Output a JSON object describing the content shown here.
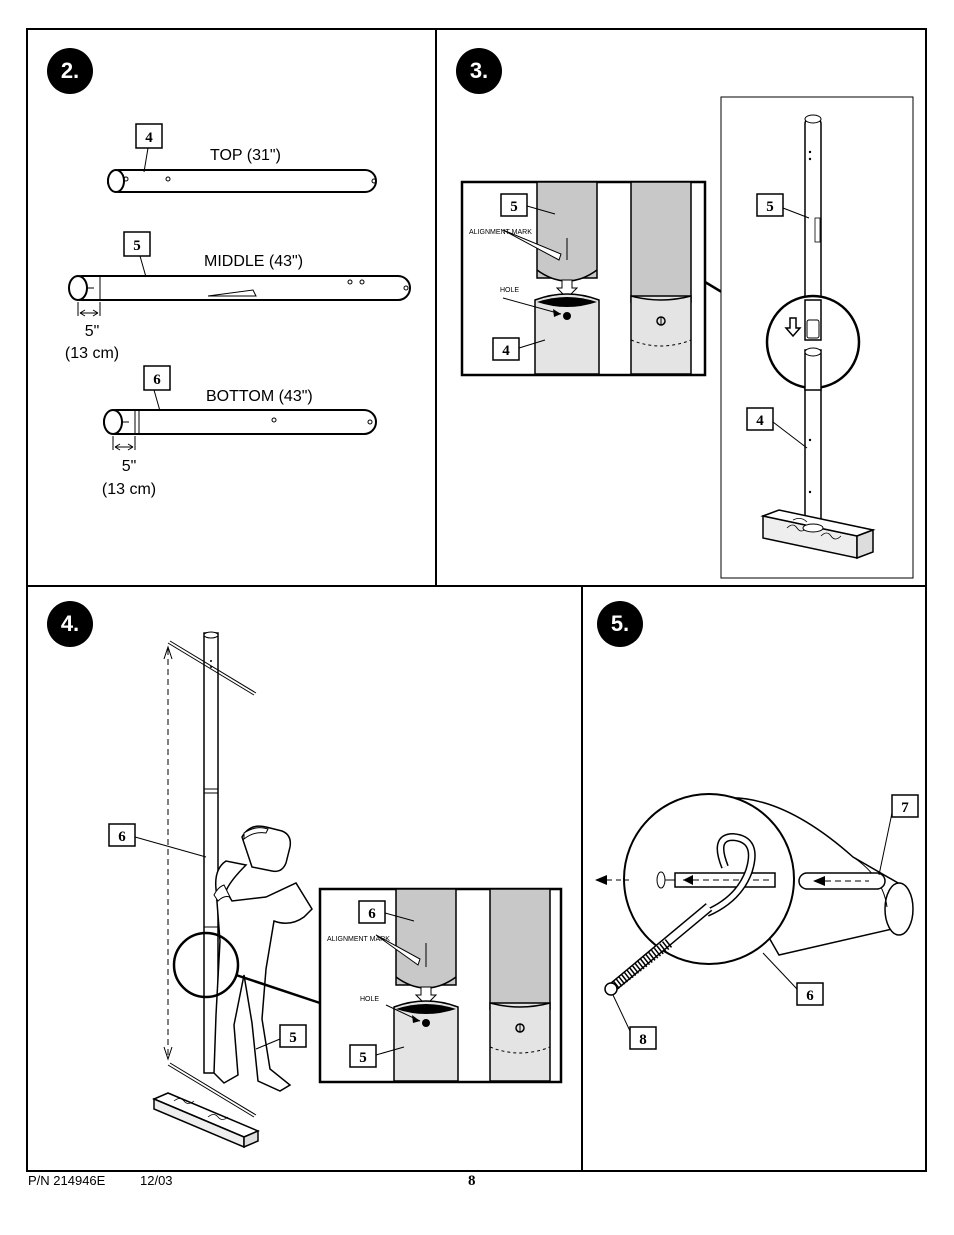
{
  "step2": {
    "number": "2.",
    "tube_top": {
      "part": "4",
      "label": "TOP (31\")"
    },
    "tube_middle": {
      "part": "5",
      "label": "MIDDLE (43\")",
      "dim_in": "5\"",
      "dim_cm": "(13 cm)"
    },
    "tube_bottom": {
      "part": "6",
      "label": "BOTTOM (43\")",
      "dim_in": "5\"",
      "dim_cm": "(13 cm)"
    }
  },
  "step3": {
    "number": "3.",
    "upper_part": "5",
    "lower_part": "4",
    "alignment_mark": "ALIGNMENT MARK",
    "hole": "HOLE",
    "pole_upper_part": "5",
    "pole_lower_part": "4"
  },
  "step4": {
    "number": "4.",
    "upper_part": "6",
    "lower_part": "5",
    "detail_upper_part": "6",
    "detail_lower_part": "5",
    "alignment_mark": "ALIGNMENT MARK",
    "hole": "HOLE"
  },
  "step5": {
    "number": "5.",
    "pin_part": "7",
    "tube_part": "6",
    "bolt_part": "8"
  },
  "footer": {
    "part_number": "P/N 214946E",
    "date": "12/03",
    "page": "8"
  }
}
